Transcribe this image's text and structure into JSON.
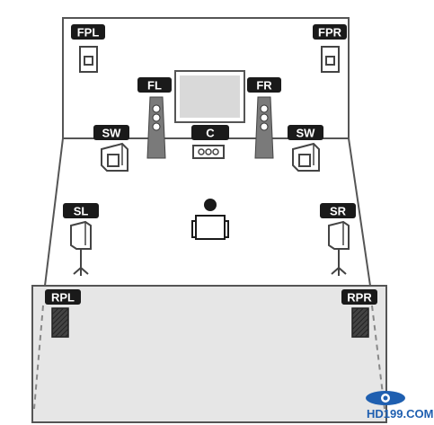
{
  "diagram": {
    "speakers": [
      {
        "id": "fpl",
        "label": "FPL",
        "type": "height"
      },
      {
        "id": "fpr",
        "label": "FPR",
        "type": "height"
      },
      {
        "id": "fl",
        "label": "FL",
        "type": "tower"
      },
      {
        "id": "fr",
        "label": "FR",
        "type": "tower"
      },
      {
        "id": "c",
        "label": "C",
        "type": "center"
      },
      {
        "id": "swl",
        "label": "SW",
        "type": "subwoofer"
      },
      {
        "id": "swr",
        "label": "SW",
        "type": "subwoofer"
      },
      {
        "id": "sl",
        "label": "SL",
        "type": "stand"
      },
      {
        "id": "sr",
        "label": "SR",
        "type": "stand"
      },
      {
        "id": "rpl",
        "label": "RPL",
        "type": "rear-presence"
      },
      {
        "id": "rpr",
        "label": "RPR",
        "type": "rear-presence"
      }
    ],
    "watermark": "HD199.COM"
  },
  "colors": {
    "outline": "#555555",
    "label_bg": "#1a1a1a",
    "label_text": "#ffffff",
    "floor_fill": "#e6e6e6",
    "watermark": "#1f5fb0"
  }
}
